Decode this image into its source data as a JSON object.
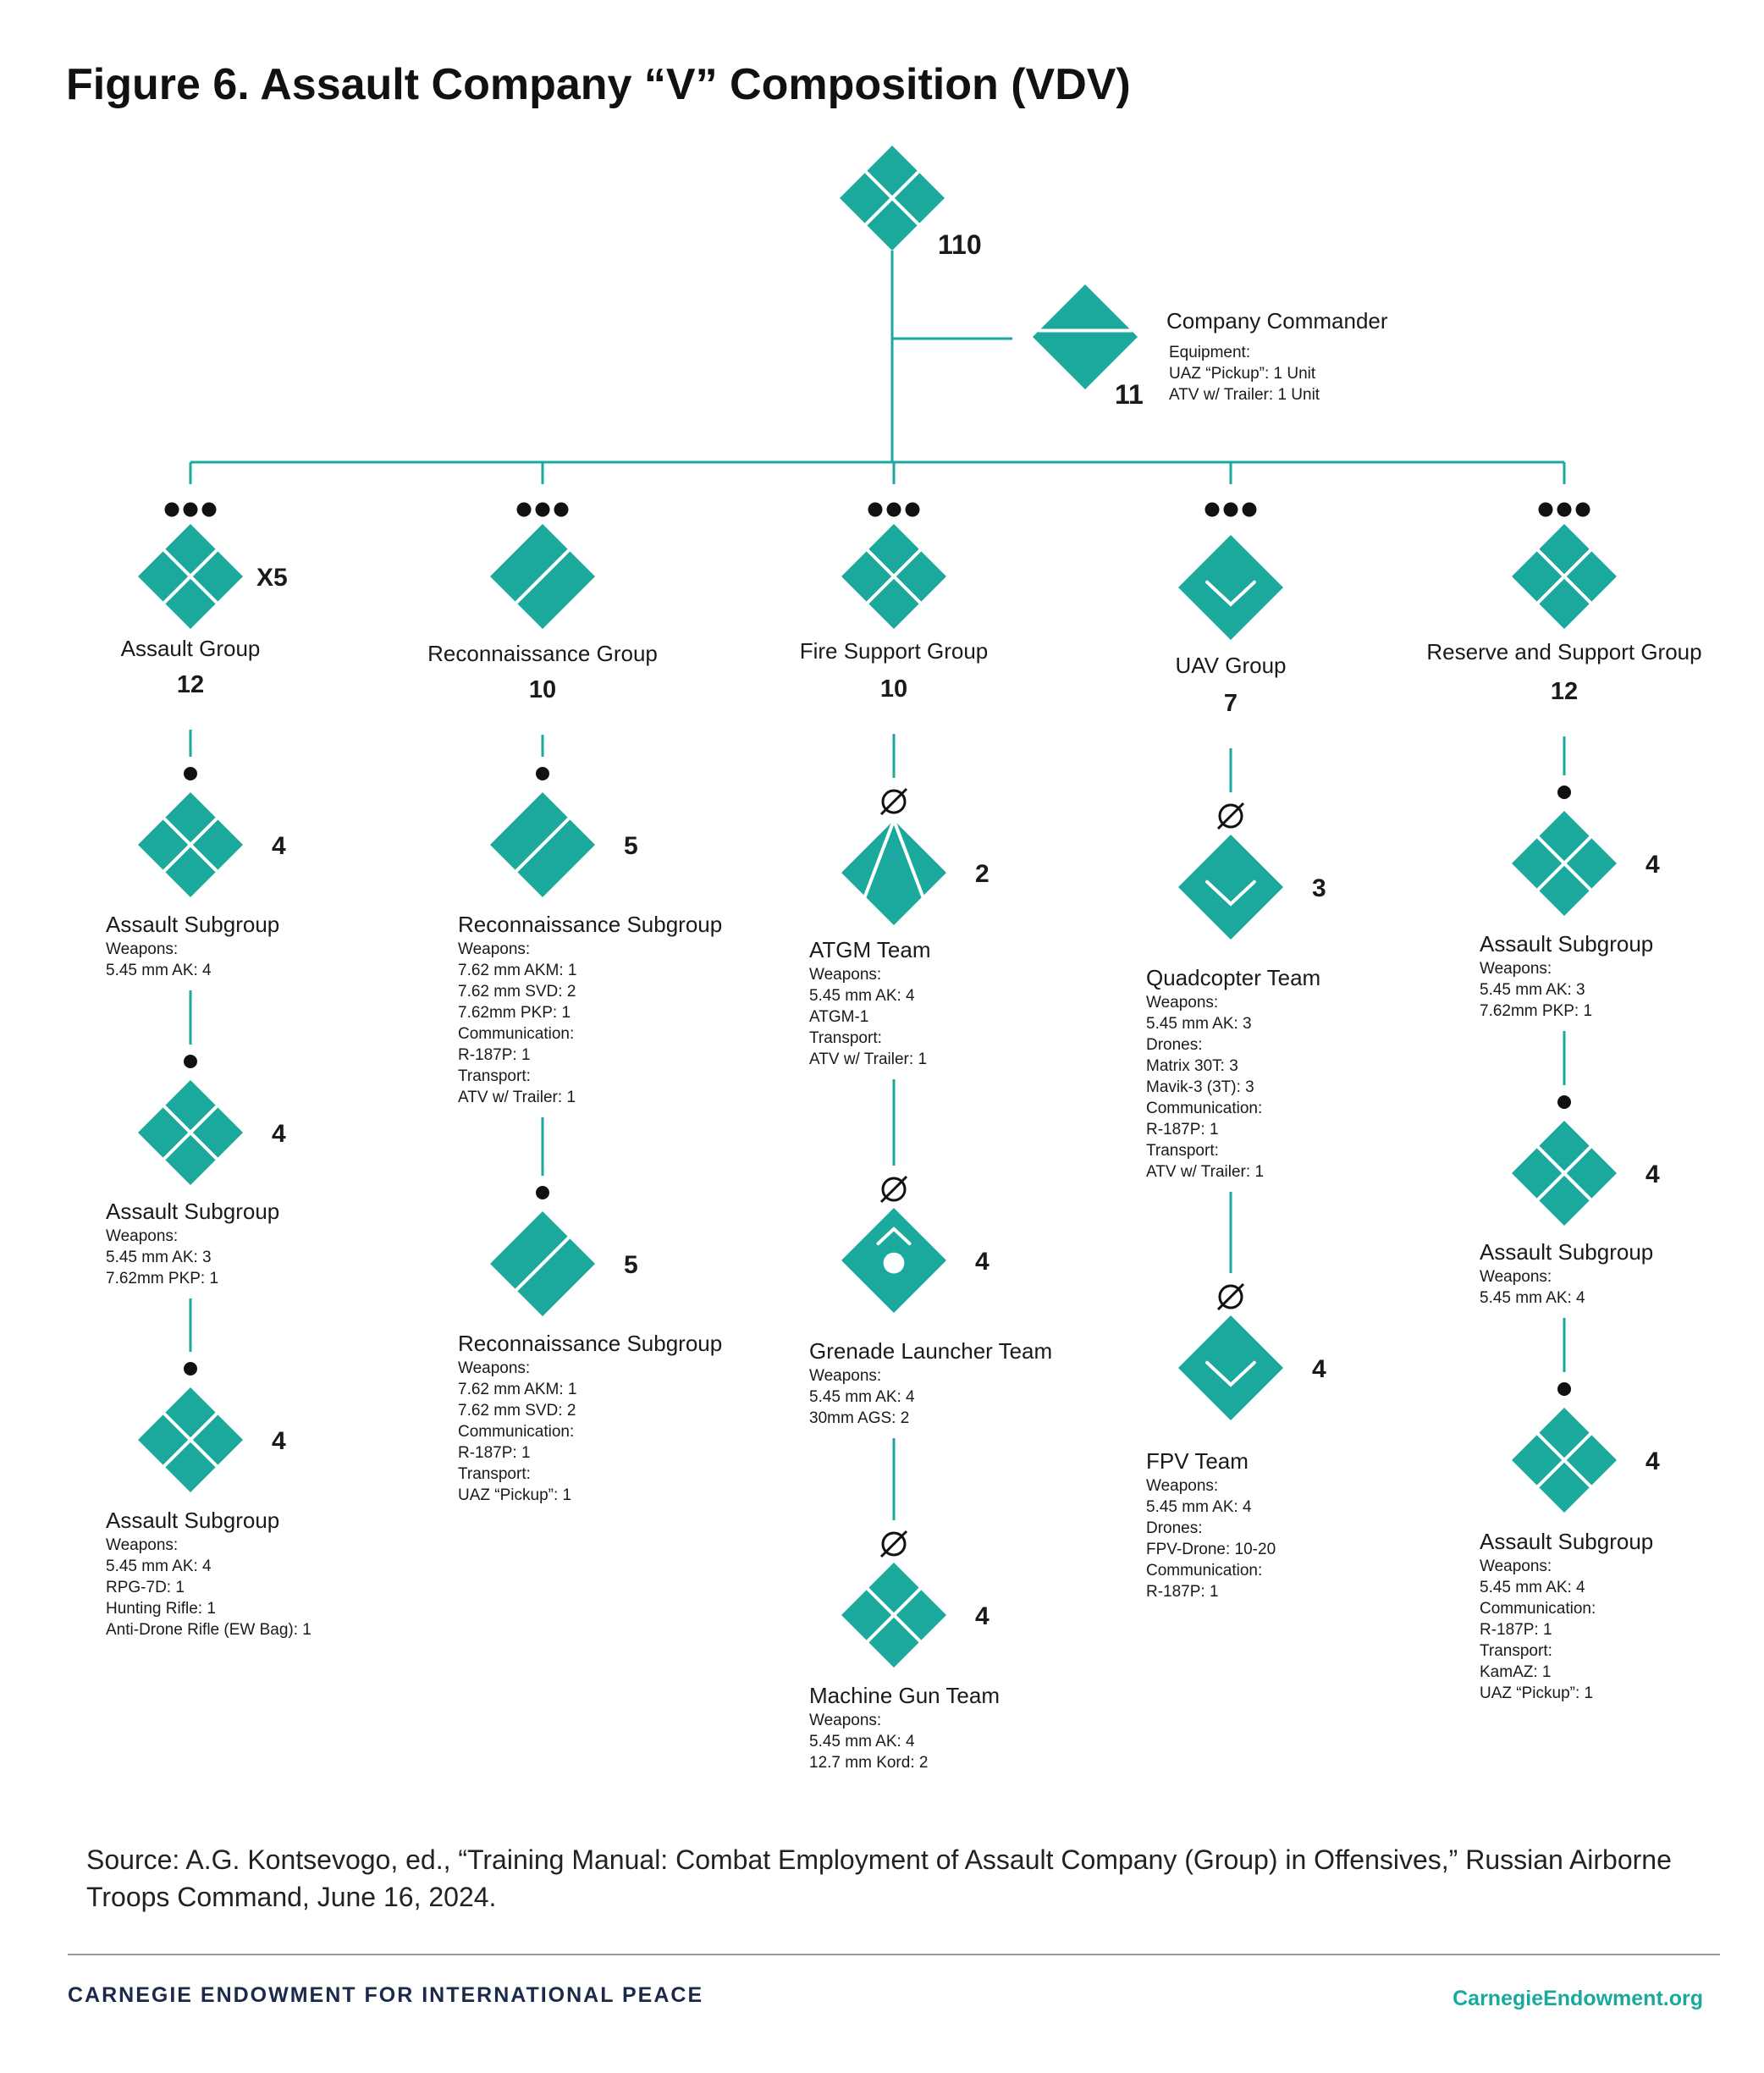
{
  "title": "Figure 6. Assault Company “V” Composition (VDV)",
  "accent_color": "#1aa99c",
  "company": {
    "count": "110"
  },
  "commander": {
    "label": "Company Commander",
    "count": "11",
    "details": [
      "Equipment:",
      "UAZ “Pickup”: 1 Unit",
      "ATV w/ Trailer: 1 Unit"
    ]
  },
  "columns": [
    {
      "label": "Assault Group",
      "count": "12",
      "multiplier": "X5",
      "children": [
        {
          "label": "Assault Subgroup",
          "count": "4",
          "details": [
            "Weapons:",
            "5.45 mm AK: 4"
          ]
        },
        {
          "label": "Assault Subgroup",
          "count": "4",
          "details": [
            "Weapons:",
            "5.45 mm AK: 3",
            "7.62mm PKP: 1"
          ]
        },
        {
          "label": "Assault Subgroup",
          "count": "4",
          "details": [
            "Weapons:",
            "5.45 mm AK: 4",
            "RPG-7D: 1",
            "Hunting Rifle: 1",
            "Anti-Drone Rifle (EW Bag): 1"
          ]
        }
      ]
    },
    {
      "label": "Reconnaissance Group",
      "count": "10",
      "children": [
        {
          "label": "Reconnaissance Subgroup",
          "count": "5",
          "details": [
            "Weapons:",
            "7.62 mm AKM: 1",
            "7.62 mm SVD: 2",
            "7.62mm PKP: 1",
            "Communication:",
            "R-187P: 1",
            "Transport:",
            "ATV w/ Trailer: 1"
          ]
        },
        {
          "label": "Reconnaissance Subgroup",
          "count": "5",
          "details": [
            "Weapons:",
            "7.62 mm AKM: 1",
            "7.62 mm SVD: 2",
            "Communication:",
            "R-187P: 1",
            "Transport:",
            "UAZ “Pickup”: 1"
          ]
        }
      ]
    },
    {
      "label": "Fire Support Group",
      "count": "10",
      "children": [
        {
          "label": "ATGM Team",
          "count": "2",
          "details": [
            "Weapons:",
            "5.45 mm AK: 4",
            "ATGM-1",
            "Transport:",
            "ATV w/ Trailer: 1"
          ]
        },
        {
          "label": "Grenade Launcher Team",
          "count": "4",
          "details": [
            "Weapons:",
            "5.45 mm AK: 4",
            "30mm AGS: 2"
          ]
        },
        {
          "label": "Machine Gun Team",
          "count": "4",
          "details": [
            "Weapons:",
            "5.45 mm AK: 4",
            "12.7 mm Kord: 2"
          ]
        }
      ]
    },
    {
      "label": "UAV Group",
      "count": "7",
      "children": [
        {
          "label": "Quadcopter Team",
          "count": "3",
          "details": [
            "Weapons:",
            "5.45 mm AK: 3",
            "Drones:",
            "Matrix 30T: 3",
            "Mavik-3 (3T): 3",
            "Communication:",
            "R-187P: 1",
            "Transport:",
            "ATV w/ Trailer: 1"
          ]
        },
        {
          "label": "FPV Team",
          "count": "4",
          "details": [
            "Weapons:",
            "5.45 mm AK: 4",
            "Drones:",
            "FPV-Drone: 10-20",
            "Communication:",
            "R-187P: 1"
          ]
        }
      ]
    },
    {
      "label": "Reserve and Support Group",
      "count": "12",
      "children": [
        {
          "label": "Assault Subgroup",
          "count": "4",
          "details": [
            "Weapons:",
            "5.45 mm AK: 3",
            "7.62mm PKP: 1"
          ]
        },
        {
          "label": "Assault Subgroup",
          "count": "4",
          "details": [
            "Weapons:",
            "5.45 mm AK: 4"
          ]
        },
        {
          "label": "Assault Subgroup",
          "count": "4",
          "details": [
            "Weapons:",
            "5.45 mm AK: 4",
            "Communication:",
            "R-187P: 1",
            "Transport:",
            "KamAZ: 1",
            "UAZ “Pickup”: 1"
          ]
        }
      ]
    }
  ],
  "source": "Source: A.G. Kontsevogo, ed., “Training Manual: Combat Employment of Assault Company (Group) in Offensives,” Russian Airborne Troops Command, June 16, 2024.",
  "footer": {
    "org": "CARNEGIE ENDOWMENT FOR INTERNATIONAL PEACE",
    "url": "CarnegieEndowment.org"
  }
}
